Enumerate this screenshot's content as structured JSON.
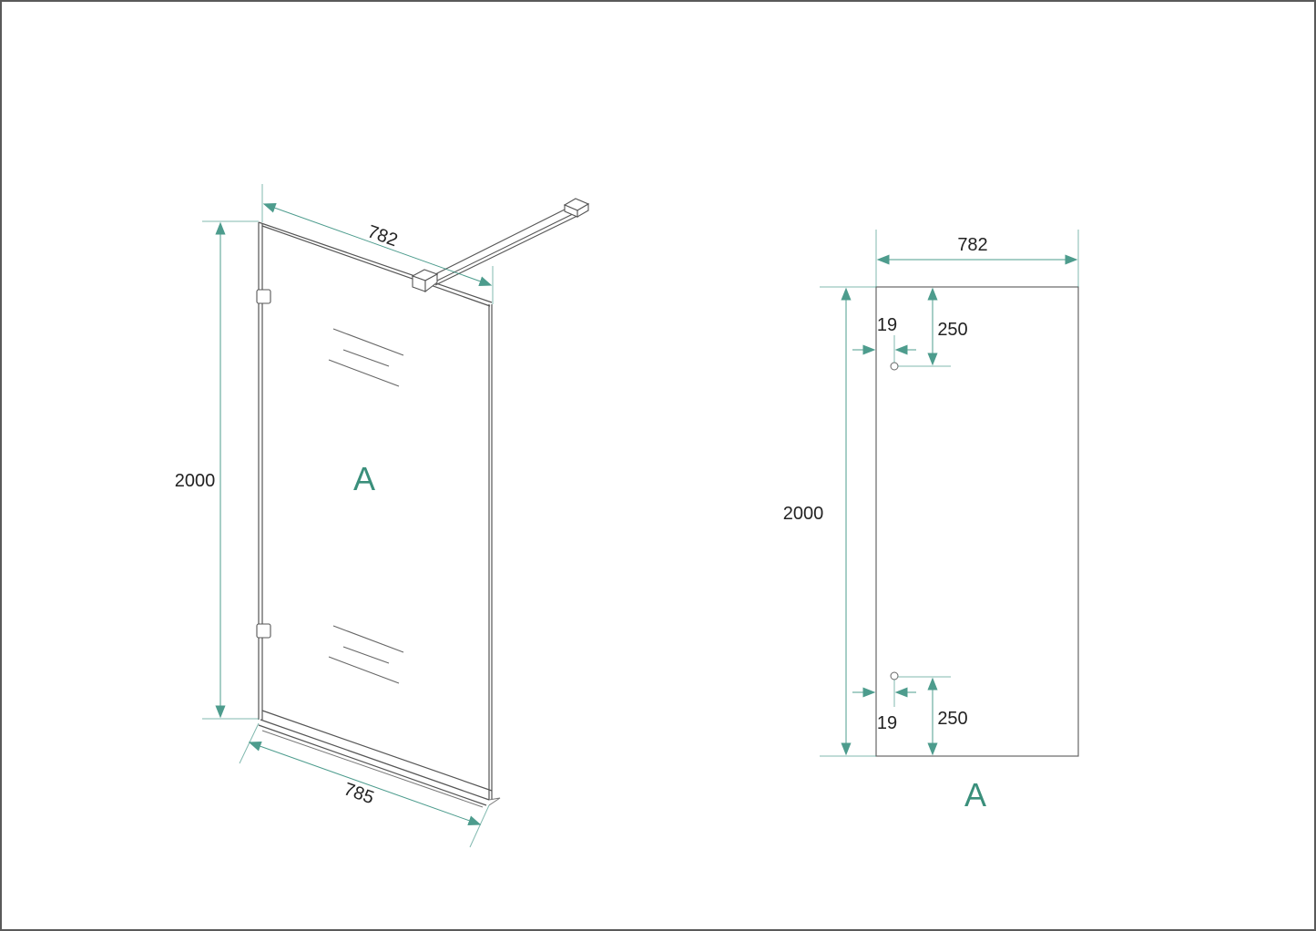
{
  "drawing": {
    "title": "Walk-in shower screen dimension drawing",
    "colors": {
      "dimension": "#2e8b7a",
      "outline": "#555555",
      "text": "#222222",
      "label": "#3a8f7b",
      "frame": "#5a5a5a"
    },
    "isometric_view": {
      "panel_label": "A",
      "top_width": "782",
      "bottom_width": "785",
      "height": "2000"
    },
    "front_view": {
      "panel_label": "A",
      "width": "782",
      "height": "2000",
      "top_hole_offset_x": "19",
      "top_hole_offset_y": "250",
      "bottom_hole_offset_x": "19",
      "bottom_hole_offset_y": "250"
    }
  }
}
